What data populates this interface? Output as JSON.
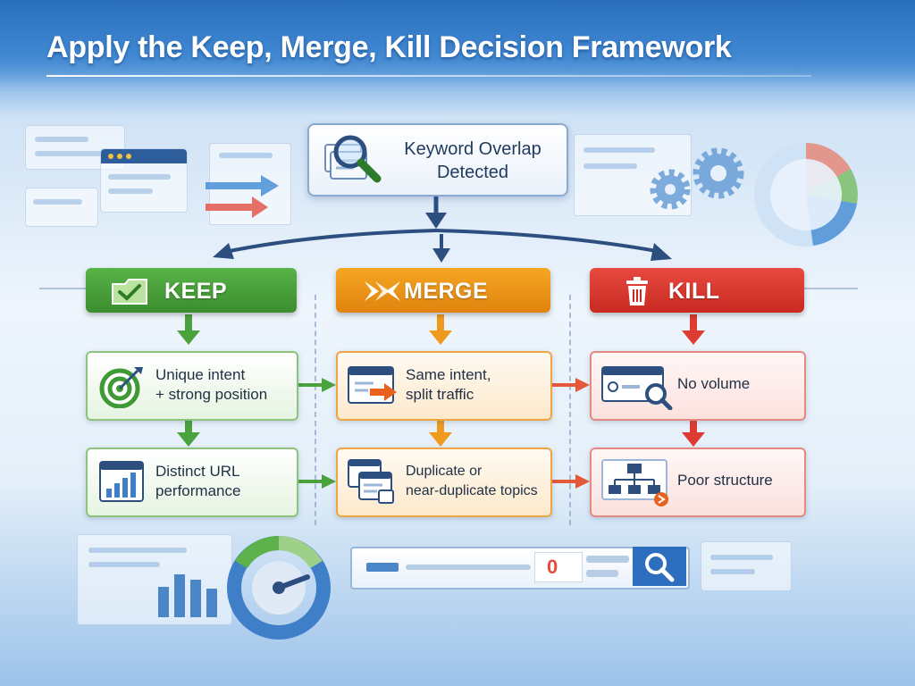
{
  "title": "Apply the Keep, Merge, Kill Decision Framework",
  "top_node": {
    "line1": "Keyword Overlap",
    "line2": "Detected",
    "icon": "magnifier-documents-icon"
  },
  "categories": [
    {
      "label": "KEEP",
      "color": "#4aa23c",
      "icon": "folder-check-icon"
    },
    {
      "label": "MERGE",
      "color": "#ef9a1c",
      "icon": "merge-arrows-icon"
    },
    {
      "label": "KILL",
      "color": "#de3b33",
      "icon": "trash-icon"
    }
  ],
  "keep": {
    "card1": {
      "line1": "Unique intent",
      "line2": "+ strong position",
      "icon": "target-icon"
    },
    "card2": {
      "line1": "Distinct URL",
      "line2": "performance",
      "icon": "bar-chart-window-icon"
    }
  },
  "merge": {
    "card1": {
      "line1": "Same intent,",
      "line2": "split traffic",
      "icon": "browser-arrow-icon"
    },
    "card2": {
      "line1": "Duplicate or",
      "line2": "near-duplicate topics",
      "icon": "stacked-pages-icon"
    }
  },
  "kill": {
    "card1": {
      "line1": "No volume",
      "icon": "browser-search-icon"
    },
    "card2": {
      "line1": "Poor structure",
      "icon": "sitemap-icon"
    }
  },
  "search_bar": {
    "count": "0",
    "icon": "search-icon"
  },
  "colors": {
    "green": "#4aa23c",
    "orange": "#ef9a1c",
    "red": "#de3b33",
    "blue": "#2f79c6",
    "navy": "#2c4f80"
  }
}
